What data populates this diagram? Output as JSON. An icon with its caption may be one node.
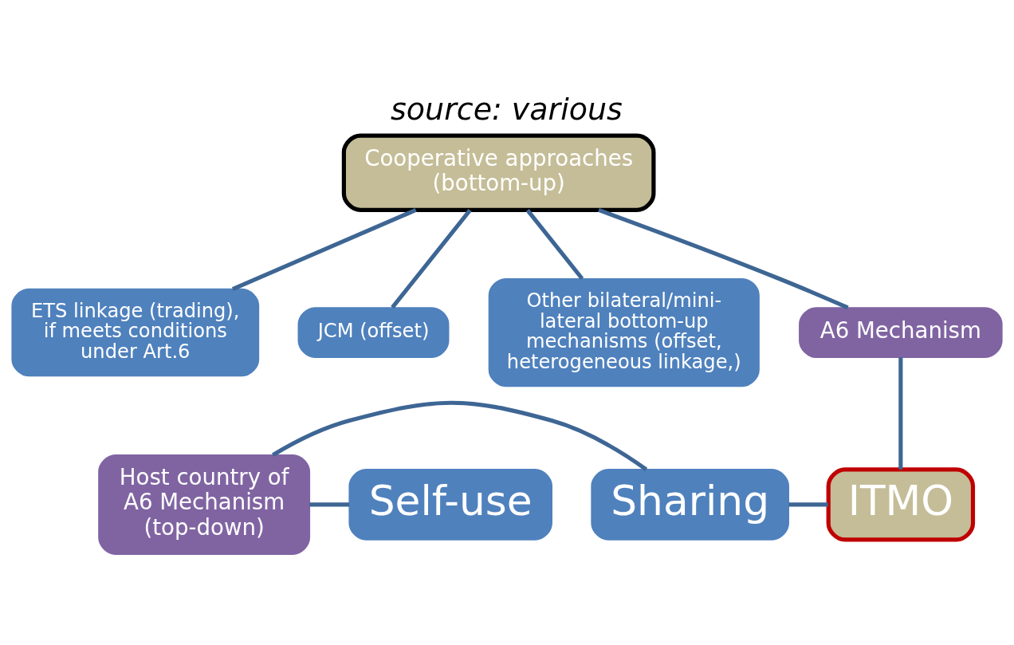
{
  "diagram": {
    "title": "source: various",
    "nodes": [
      {
        "text": [
          "Cooperative approaches (bottom-up)"
        ]
      },
      {
        "text": [
          "ETS linkage (trading), if meets conditions under Art.6"
        ]
      },
      {
        "text": [
          "JCM (offset)"
        ]
      },
      {
        "text": [
          "Other bilateral/mini-lateral bottom-up mechanisms (offset, heterogeneous linkage,)"
        ]
      },
      {
        "text": [
          "A6 Mechanism"
        ]
      },
      {
        "text": [
          "ITMO"
        ]
      },
      {
        "text": [
          "Host country of A6 Mechanism (top-down)"
        ]
      },
      {
        "text": [
          "Sharing"
        ]
      },
      {
        "text": [
          "Self-use"
        ]
      }
    ],
    "edges": [
      {
        "from": 0,
        "to": 1,
        "arrow": "none"
      },
      {
        "from": 0,
        "to": 2,
        "arrow": "none"
      },
      {
        "from": 0,
        "to": 3,
        "arrow": "none"
      },
      {
        "from": 0,
        "to": 4,
        "arrow": "none"
      },
      {
        "from": 4,
        "to": 5,
        "arrow": "none"
      },
      {
        "from": 7,
        "to": 5,
        "arrow": "none"
      },
      {
        "from": 6,
        "to": 7,
        "arrow": "none"
      },
      {
        "from": 6,
        "to": 8,
        "arrow": "none"
      }
    ]
  }
}
